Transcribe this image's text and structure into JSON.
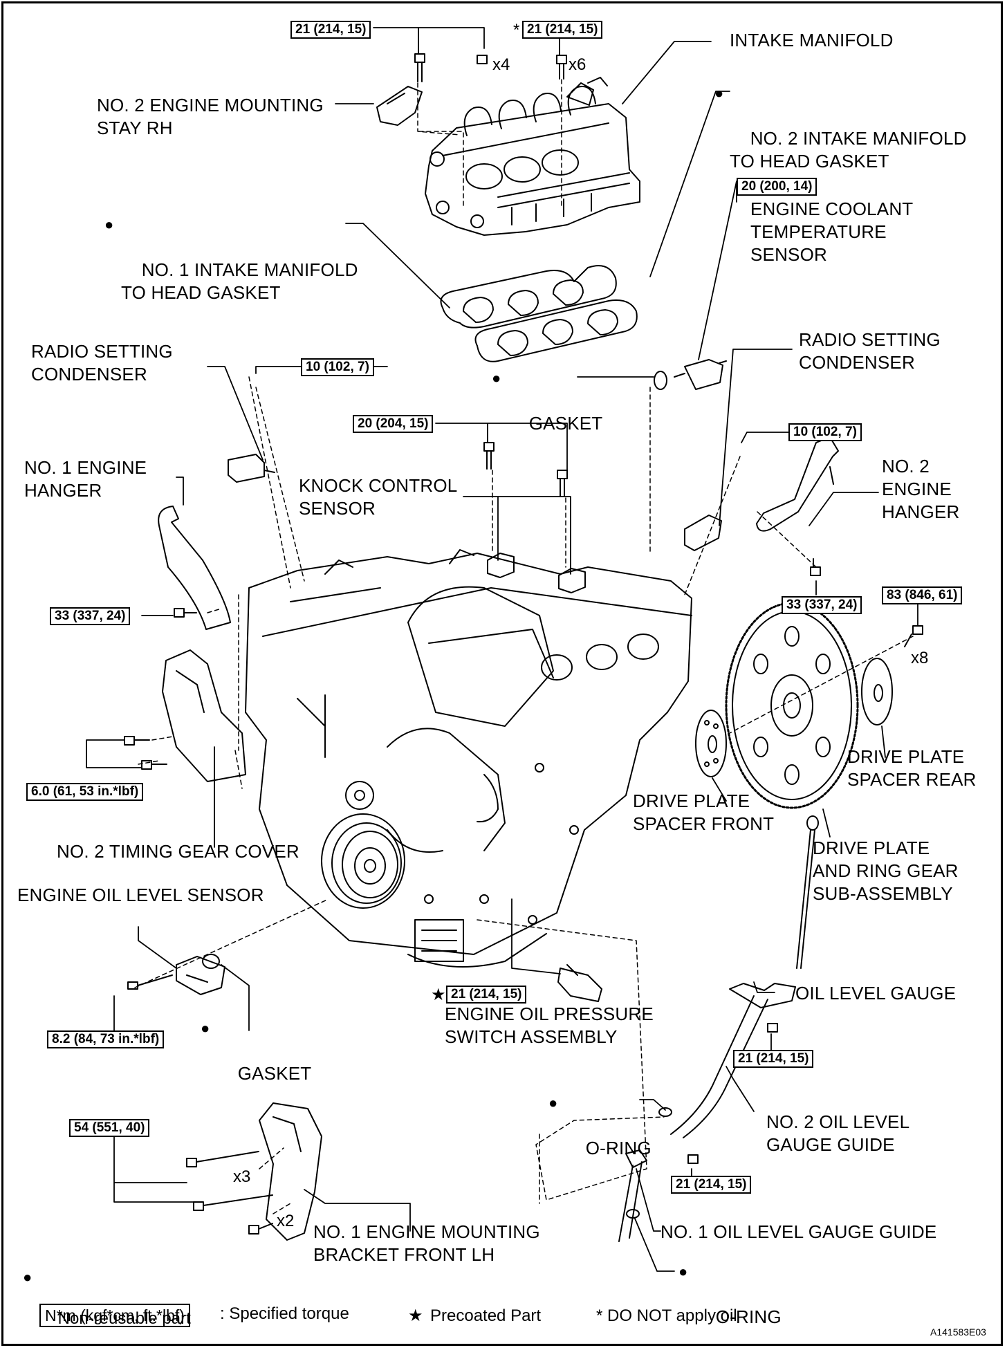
{
  "labels": {
    "intake_manifold": "INTAKE MANIFOLD",
    "no2_intake_gasket": "NO. 2 INTAKE MANIFOLD\nTO HEAD GASKET",
    "no2_mount_stay": "NO. 2 ENGINE MOUNTING\nSTAY RH",
    "coolant_temp_sensor": "ENGINE COOLANT\nTEMPERATURE\nSENSOR",
    "no1_intake_gasket": "NO. 1 INTAKE MANIFOLD\nTO HEAD GASKET",
    "radio_cond_left": "RADIO SETTING\nCONDENSER",
    "radio_cond_right": "RADIO SETTING\nCONDENSER",
    "gasket_top": "GASKET",
    "knock_sensor": "KNOCK CONTROL\nSENSOR",
    "no1_hanger": "NO. 1 ENGINE\nHANGER",
    "no2_hanger": "NO. 2\nENGINE\nHANGER",
    "drive_plate_spacer_rear": "DRIVE PLATE\nSPACER REAR",
    "drive_plate_spacer_front": "DRIVE PLATE\nSPACER FRONT",
    "no2_timing_cover": "NO. 2 TIMING GEAR COVER",
    "drive_plate_ring_gear": "DRIVE PLATE\nAND RING GEAR\nSUB-ASSEMBLY",
    "oil_level_sensor": "ENGINE OIL LEVEL SENSOR",
    "oil_level_gauge": "OIL LEVEL GAUGE",
    "gasket_bottom": "GASKET",
    "oil_pressure_switch": "ENGINE OIL PRESSURE\nSWITCH ASSEMBLY",
    "oring_top": "O-RING",
    "no2_gauge_guide": "NO. 2 OIL LEVEL\nGAUGE GUIDE",
    "no1_gauge_guide": "NO. 1 OIL LEVEL GAUGE GUIDE",
    "no1_mount_bracket": "NO. 1 ENGINE MOUNTING\nBRACKET FRONT LH",
    "oring_bottom": "O-RING"
  },
  "torques": {
    "t_stay": "21 (214, 15)",
    "t_manifold": "21 (214, 15)",
    "t_coolant": "20 (200, 14)",
    "t_cond_left": "10 (102, 7)",
    "t_knock": "20 (204, 15)",
    "t_cond_right": "10 (102, 7)",
    "t_hanger1": "33 (337, 24)",
    "t_hanger2": "33 (337, 24)",
    "t_driveplate": "83 (846, 61)",
    "t_timing": "6.0 (61, 53 in.*lbf)",
    "t_oilsensor": "8.2 (84, 73 in.*lbf)",
    "t_pressure": "21 (214, 15)",
    "t_guide2": "21 (214, 15)",
    "t_bracket": "54 (551, 40)",
    "t_guide1": "21 (214, 15)"
  },
  "counts": {
    "x4": "x4",
    "x6": "x6",
    "x8": "x8",
    "x3": "x3",
    "x2": "x2"
  },
  "marks": {
    "asterisk": "*",
    "dot": "●",
    "star": "★"
  },
  "legend": {
    "nonreusable": "Non-reusable part",
    "torque_box": "N*m (kgf*cm, ft.*lbf)",
    "torque_text": ": Specified torque",
    "precoated": "Precoated Part",
    "no_oil": "* DO NOT apply oil"
  },
  "figure_code": "A141583E03",
  "colors": {
    "ink": "#000000",
    "paper": "#ffffff"
  }
}
